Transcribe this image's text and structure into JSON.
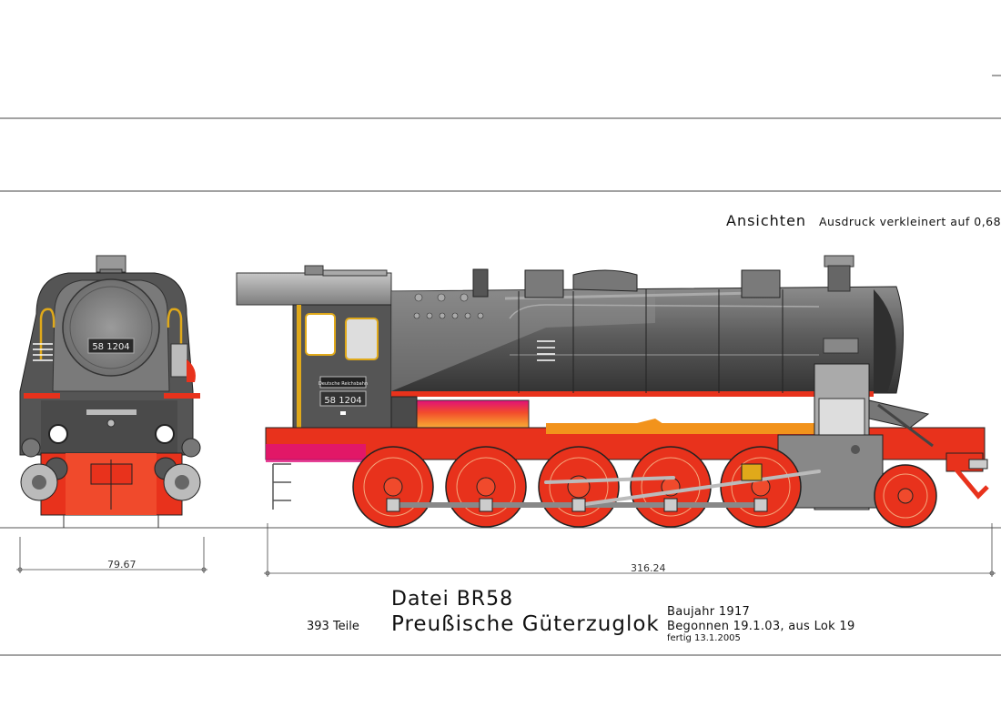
{
  "sheet": {
    "view_title": "Ansichten",
    "scale_note": "Ausdruck verkleinert auf 0,68"
  },
  "locomotive": {
    "number_plate": "58 1204",
    "operator_plate": "Deutsche Reichsbahn"
  },
  "dimensions": {
    "front_width": "79.67",
    "side_length": "316.24"
  },
  "title_block": {
    "file": "Datei BR58",
    "name": "Preußische Güterzuglok",
    "parts": "393 Teile",
    "built": "Baujahr 1917",
    "begun": "Begonnen 19.1.03, aus Lok 19",
    "finished": "fertig 13.1.2005"
  },
  "colors": {
    "frame_red": "#e8321c",
    "boiler_dark": "#4a4a4a",
    "boiler_mid": "#6b6b6b",
    "boiler_light": "#a8a8a8",
    "cab_grey": "#9a9a9a",
    "brass": "#e0a91a",
    "orange": "#f2931c",
    "magenta": "#e0107a"
  }
}
